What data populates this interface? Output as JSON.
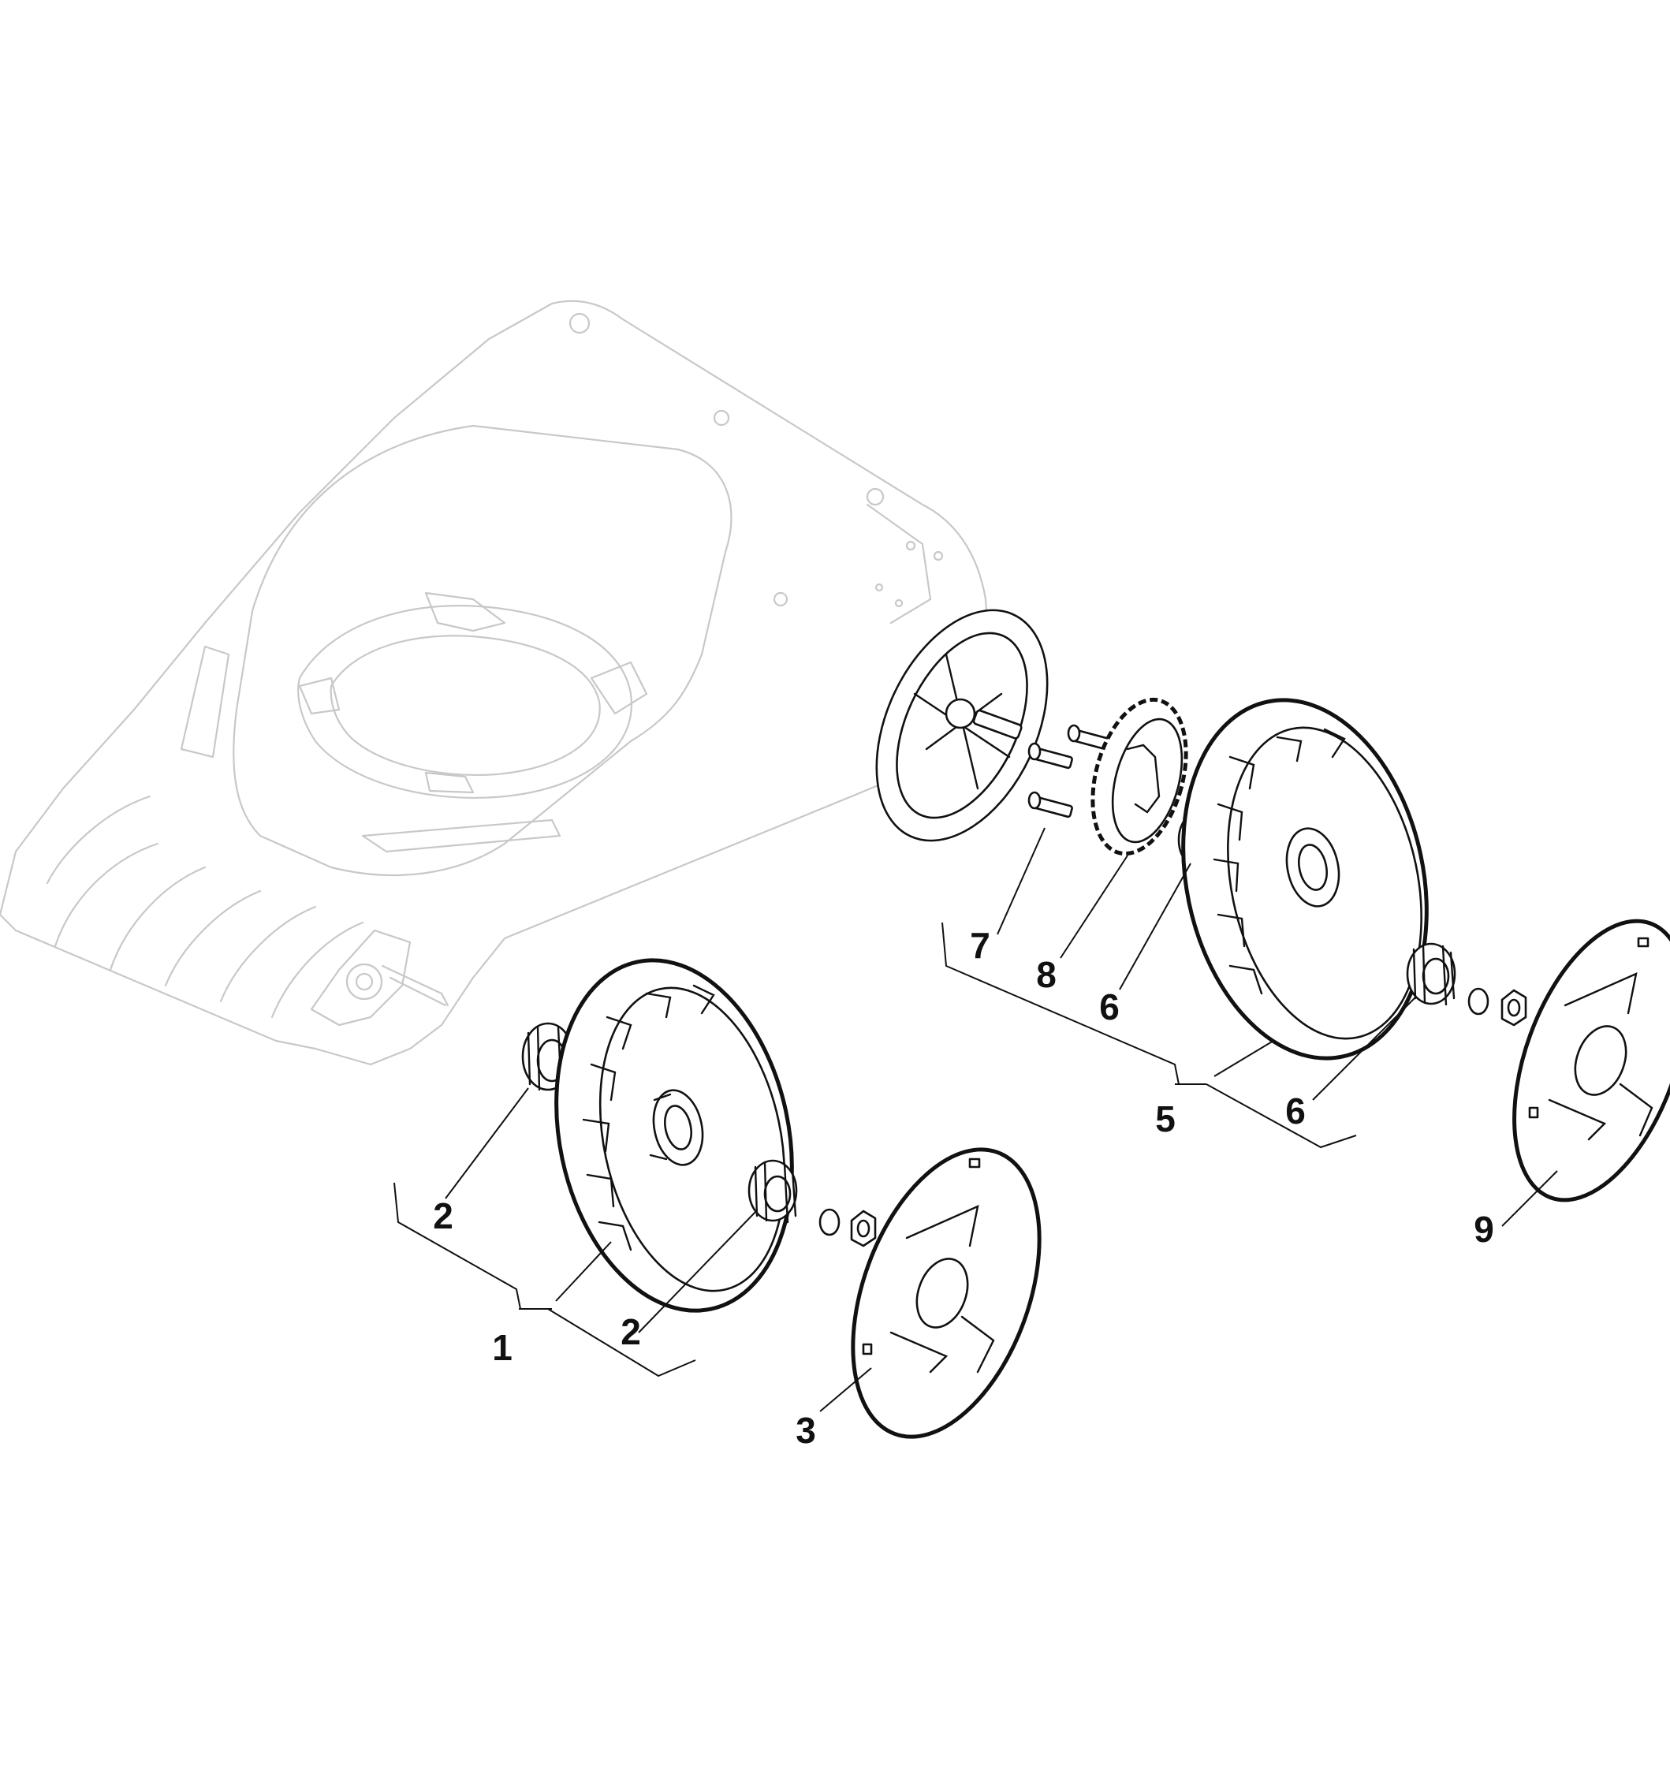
{
  "callouts": {
    "c1": "1",
    "c2a": "2",
    "c2b": "2",
    "c3": "3",
    "c5": "5",
    "c6a": "6",
    "c6b": "6",
    "c7": "7",
    "c8": "8",
    "c9": "9"
  },
  "colors": {
    "parts": "#111111",
    "deck_outline": "#c8c8c8",
    "background": "#ffffff"
  }
}
